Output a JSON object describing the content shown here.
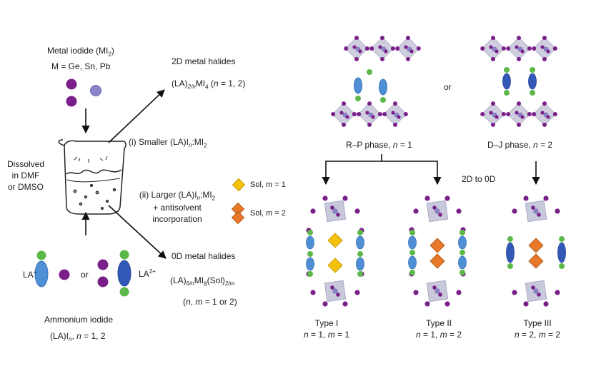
{
  "left": {
    "metal_iodide_title": "Metal iodide (MI",
    "metal_iodide_sub": "2",
    "metal_iodide_close": ")",
    "metals": "M = Ge, Sn, Pb",
    "dissolved_line1": "Dissolved",
    "dissolved_line2": "in DMF",
    "dissolved_line3": "or DMSO",
    "la_plus": "LA",
    "la_plus_sup": "+",
    "or": "or",
    "la_2plus": "LA",
    "la_2plus_sup": "2+",
    "ammonium_title": "Ammonium iodide",
    "ammonium_formula_a": "(LA)I",
    "ammonium_formula_n": "n",
    "ammonium_formula_b": ", ",
    "ammonium_formula_n2": "n",
    "ammonium_formula_c": " = 1, 2"
  },
  "middle": {
    "twod_title": "2D metal halides",
    "twod_formula_a": "(LA)",
    "twod_formula_sub": "2/n",
    "twod_formula_b": "MI",
    "twod_formula_sub2": "4",
    "twod_formula_c": " (",
    "twod_formula_n": "n",
    "twod_formula_d": " = 1, 2)",
    "smaller_a": "(i) Smaller (LA)I",
    "smaller_n": "n",
    "smaller_b": ":MI",
    "smaller_sub": "2",
    "larger_a": "(ii) Larger (LA)I",
    "larger_n": "n",
    "larger_b": ":MI",
    "larger_sub": "2",
    "larger_line2": "+ antisolvent",
    "larger_line3": "incorporation",
    "sol_m1_a": "Sol, ",
    "sol_m1_m": "m",
    "sol_m1_b": " = 1",
    "sol_m2_a": "Sol, ",
    "sol_m2_m": "m",
    "sol_m2_b": " = 2",
    "zerod_title": "0D metal halides",
    "zerod_formula_a": "(LA)",
    "zerod_formula_sub1": "6/n",
    "zerod_formula_b": "MI",
    "zerod_formula_sub2": "8",
    "zerod_formula_c": "(Sol)",
    "zerod_formula_sub3": "2/m",
    "zerod_cond_a": "(",
    "zerod_cond_n": "n",
    "zerod_cond_b": ", ",
    "zerod_cond_m": "m",
    "zerod_cond_c": " = 1 or 2)"
  },
  "right": {
    "or": "or",
    "rp_a": "R–P phase, ",
    "rp_n": "n",
    "rp_b": " = 1",
    "dj_a": "D–J phase, ",
    "dj_n": "n",
    "dj_b": " = 2",
    "twod_to_zerod": "2D to 0D",
    "type1": "Type I",
    "type2": "Type II",
    "type3": "Type III",
    "type1_cond": {
      "n": "n",
      "a": " = 1, ",
      "m": "m",
      "b": " = 1"
    },
    "type2_cond": {
      "n": "n",
      "a": " = 1, ",
      "m": "m",
      "b": " = 2"
    },
    "type3_cond": {
      "n": "n",
      "a": " = 2, ",
      "m": "m",
      "b": " = 2"
    }
  },
  "colors": {
    "purple": "#7a1f8a",
    "lavender": "#8a84c8",
    "blue": "#4f8fd6",
    "dark_blue": "#3458b8",
    "green": "#5cb848",
    "yellow": "#f4c20d",
    "orange": "#e8782a",
    "octahedron": "#c9c9dc"
  }
}
